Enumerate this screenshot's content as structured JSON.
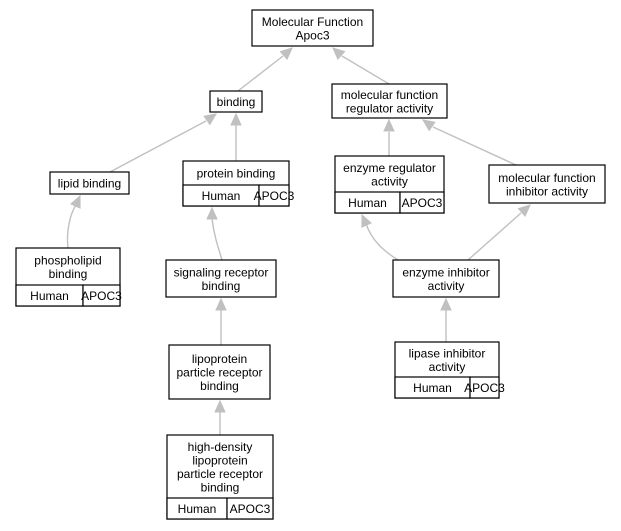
{
  "colors": {
    "annotation": "#f4634a",
    "edge": "#c0c0c0",
    "node_border": "#000000"
  },
  "nodes": {
    "root": {
      "lines": [
        "Molecular Function",
        "Apoc3"
      ]
    },
    "binding": {
      "lines": [
        "binding"
      ]
    },
    "mf_regulator": {
      "lines": [
        "molecular function",
        "regulator activity"
      ]
    },
    "lipid_binding": {
      "lines": [
        "lipid binding"
      ]
    },
    "protein_binding": {
      "lines": [
        "protein binding"
      ],
      "annotation": {
        "species": "Human",
        "gene": "APOC3"
      }
    },
    "enzyme_regulator": {
      "lines": [
        "enzyme regulator",
        "activity"
      ],
      "annotation": {
        "species": "Human",
        "gene": "APOC3"
      }
    },
    "mf_inhibitor": {
      "lines": [
        "molecular function",
        "inhibitor activity"
      ]
    },
    "phospholipid_binding": {
      "lines": [
        "phospholipid",
        "binding"
      ],
      "annotation": {
        "species": "Human",
        "gene": "APOC3"
      }
    },
    "signaling_receptor": {
      "lines": [
        "signaling receptor",
        "binding"
      ]
    },
    "enzyme_inhibitor": {
      "lines": [
        "enzyme inhibitor",
        "activity"
      ]
    },
    "lipoprotein_receptor": {
      "lines": [
        "lipoprotein",
        "particle receptor",
        "binding"
      ]
    },
    "lipase_inhibitor": {
      "lines": [
        "lipase inhibitor",
        "activity"
      ],
      "annotation": {
        "species": "Human",
        "gene": "APOC3"
      }
    },
    "hdl_receptor": {
      "lines": [
        "high-density",
        "lipoprotein",
        "particle receptor",
        "binding"
      ],
      "annotation": {
        "species": "Human",
        "gene": "APOC3"
      }
    }
  },
  "edges": [
    {
      "from": "binding",
      "to": "root"
    },
    {
      "from": "mf_regulator",
      "to": "root"
    },
    {
      "from": "lipid_binding",
      "to": "binding"
    },
    {
      "from": "protein_binding",
      "to": "binding"
    },
    {
      "from": "enzyme_regulator",
      "to": "mf_regulator"
    },
    {
      "from": "mf_inhibitor",
      "to": "mf_regulator"
    },
    {
      "from": "phospholipid_binding",
      "to": "lipid_binding"
    },
    {
      "from": "signaling_receptor",
      "to": "protein_binding"
    },
    {
      "from": "enzyme_inhibitor",
      "to": "enzyme_regulator"
    },
    {
      "from": "enzyme_inhibitor",
      "to": "mf_inhibitor"
    },
    {
      "from": "lipoprotein_receptor",
      "to": "signaling_receptor"
    },
    {
      "from": "lipase_inhibitor",
      "to": "enzyme_inhibitor"
    },
    {
      "from": "hdl_receptor",
      "to": "lipoprotein_receptor"
    }
  ]
}
